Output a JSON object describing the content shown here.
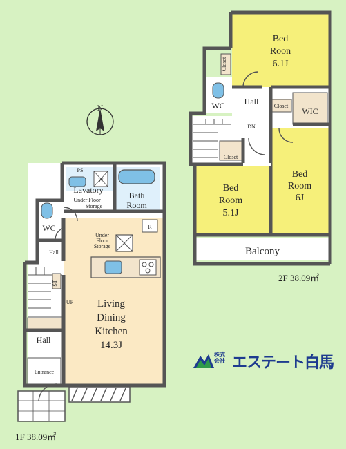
{
  "floor2": {
    "bed_top": {
      "line1": "Bed",
      "line2": "Roon",
      "line3": "6.1J"
    },
    "bed_left": {
      "line1": "Bed",
      "line2": "Room",
      "line3": "5.1J"
    },
    "bed_right": {
      "line1": "Bed",
      "line2": "Room",
      "line3": "6J"
    },
    "closet_top": "Closet",
    "closet_hall": "Closet",
    "closet_stair": "Closet",
    "wic": "WIC",
    "wc": "WC",
    "hall": "Hall",
    "dn": "DN",
    "balcony": "Balcony",
    "caption": "2F  38.09㎡"
  },
  "floor1": {
    "ps": "PS",
    "w": "W",
    "lavatory": "Lavatory",
    "under_floor_storage_1": {
      "line1": "Under Floor",
      "line2": "Storage"
    },
    "bath": {
      "line1": "Bath",
      "line2": "Room"
    },
    "wc": "WC",
    "hall_top": "Hall",
    "under_floor_storage_2": {
      "line1": "Under",
      "line2": "Floor",
      "line3": "Storage"
    },
    "r": "R",
    "st": "ST",
    "up": "UP",
    "ldk": {
      "line1": "Living",
      "line2": "Dining",
      "line3": "Kitchen",
      "line4": "14.3J"
    },
    "hall_bottom": "Hall",
    "entrance": "Entrance",
    "caption": "1F  38.09㎡"
  },
  "compass": {
    "label": "N"
  },
  "logo": {
    "kabushiki": "株式\n会社",
    "name": "エステート白馬"
  },
  "colors": {
    "background": "#d7f2c2",
    "room_yellow": "#f6f07a",
    "floor_white": "#ffffff",
    "fixture_blue": "#7fc0e6",
    "logo_blue": "#1e3b8f"
  }
}
